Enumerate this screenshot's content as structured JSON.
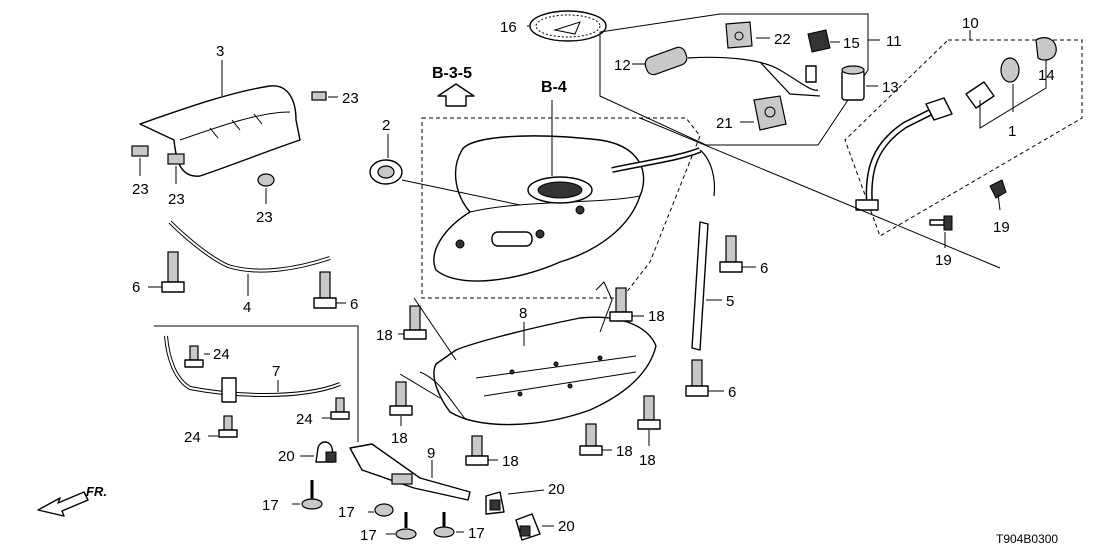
{
  "diagram": {
    "code": "T904B0300",
    "ref_b35": "B-3-5",
    "ref_b4": "B-4",
    "front": "FR.",
    "callouts": {
      "c1": "1",
      "c2": "2",
      "c3": "3",
      "c4": "4",
      "c5": "5",
      "c6a": "6",
      "c6b": "6",
      "c6c": "6",
      "c6d": "6",
      "c7": "7",
      "c8": "8",
      "c9": "9",
      "c10": "10",
      "c11": "11",
      "c12": "12",
      "c13": "13",
      "c14": "14",
      "c15": "15",
      "c16": "16",
      "c17a": "17",
      "c17b": "17",
      "c17c": "17",
      "c17d": "17",
      "c18a": "18",
      "c18b": "18",
      "c18c": "18",
      "c18d": "18",
      "c18e": "18",
      "c18f": "18",
      "c19a": "19",
      "c19b": "19",
      "c20a": "20",
      "c20b": "20",
      "c20c": "20",
      "c21": "21",
      "c22": "22",
      "c23a": "23",
      "c23b": "23",
      "c23c": "23",
      "c23d": "23",
      "c24a": "24",
      "c24b": "24",
      "c24c": "24"
    }
  }
}
